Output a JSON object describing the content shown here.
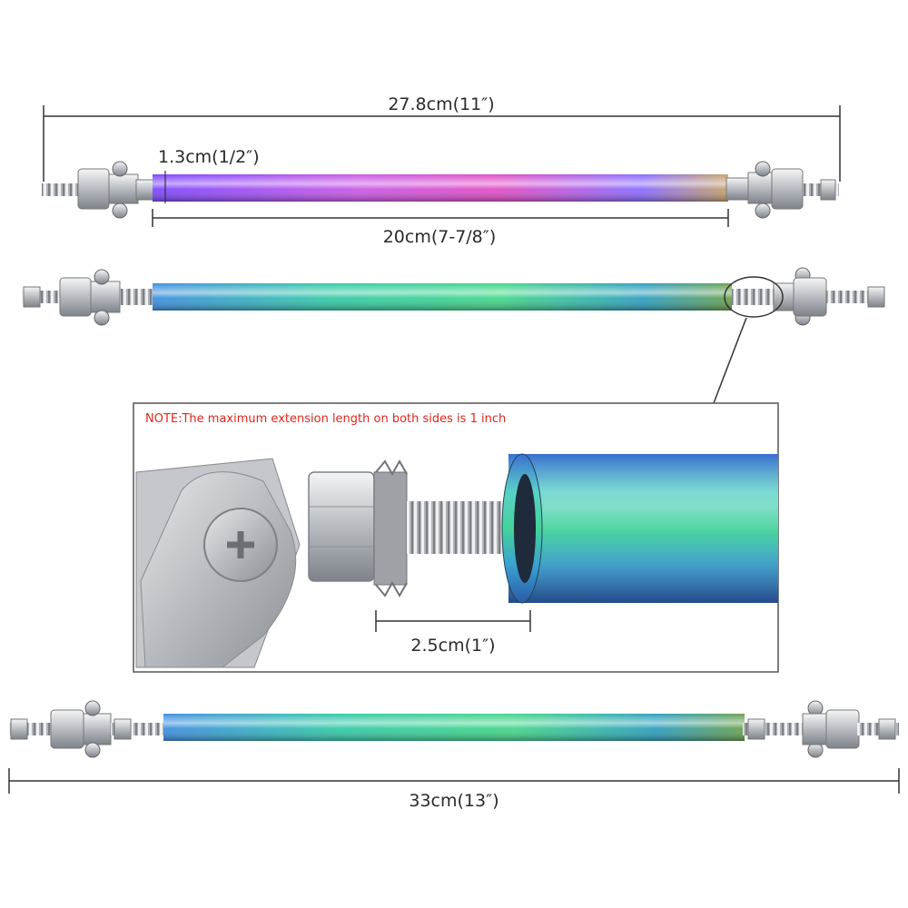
{
  "dimensions": {
    "total_length": "27.8cm(11″)",
    "tube_diameter": "1.3cm(1/2″)",
    "tube_length": "20cm(7-7/8″)",
    "max_length": "33cm(13″)",
    "extension": "2.5cm(1″)"
  },
  "note": "NOTE:The maximum extension length on both sides is 1 inch",
  "colors": {
    "dimension_line": "#333333",
    "note_text": "#e0261c",
    "tube_neo": [
      "#9b4dff",
      "#e64fd0",
      "#4aa0ff"
    ],
    "tube_green": [
      "#2f9c8e",
      "#46d6a0",
      "#3a6fd1"
    ],
    "steel": "#c9ccd0"
  }
}
